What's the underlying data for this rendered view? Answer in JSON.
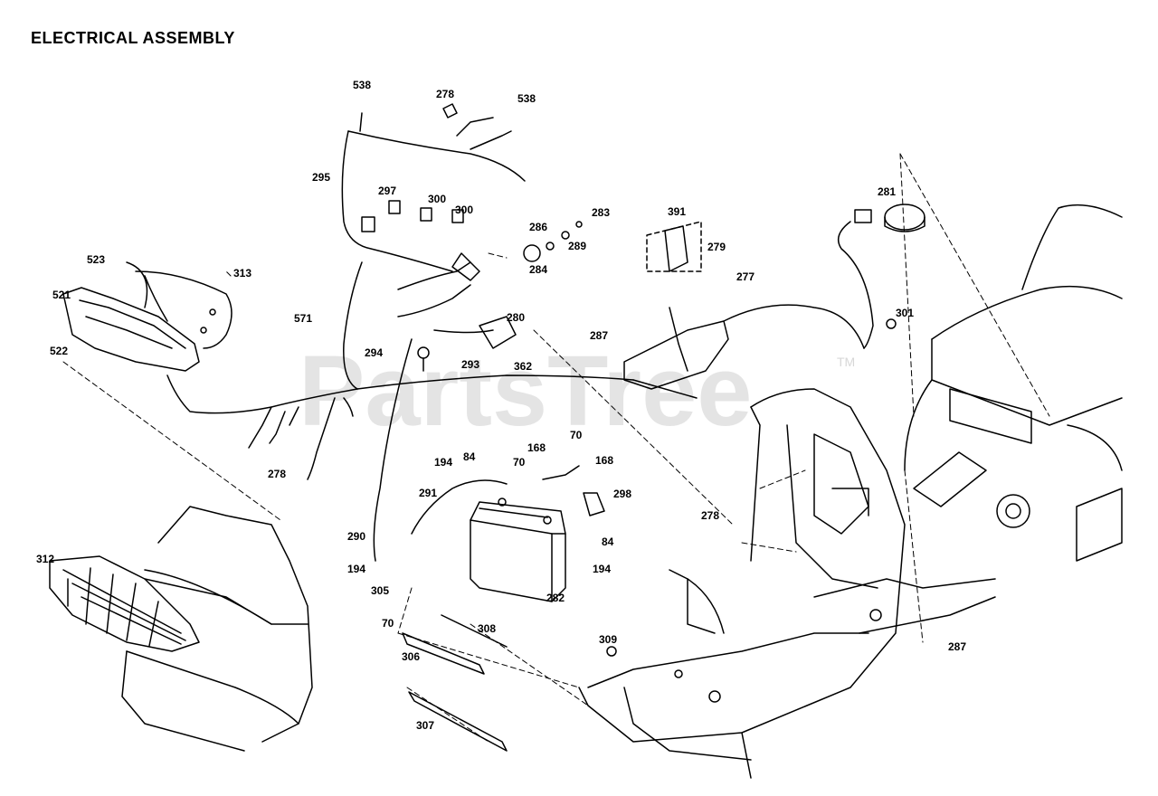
{
  "title": "ELECTRICAL ASSEMBLY",
  "watermark": "PartsTree",
  "watermark_tm": "TM",
  "callouts": [
    {
      "id": "c538a",
      "label": "538"
    },
    {
      "id": "c278a",
      "label": "278"
    },
    {
      "id": "c538b",
      "label": "538"
    },
    {
      "id": "c295",
      "label": "295"
    },
    {
      "id": "c297",
      "label": "297"
    },
    {
      "id": "c300a",
      "label": "300"
    },
    {
      "id": "c300b",
      "label": "300"
    },
    {
      "id": "c286",
      "label": "286"
    },
    {
      "id": "c283",
      "label": "283"
    },
    {
      "id": "c289",
      "label": "289"
    },
    {
      "id": "c284",
      "label": "284"
    },
    {
      "id": "c391",
      "label": "391"
    },
    {
      "id": "c279",
      "label": "279"
    },
    {
      "id": "c277",
      "label": "277"
    },
    {
      "id": "c281",
      "label": "281"
    },
    {
      "id": "c301",
      "label": "301"
    },
    {
      "id": "c523",
      "label": "523"
    },
    {
      "id": "c313",
      "label": "313"
    },
    {
      "id": "c521",
      "label": "521"
    },
    {
      "id": "c522",
      "label": "522"
    },
    {
      "id": "c571",
      "label": "571"
    },
    {
      "id": "c280",
      "label": "280"
    },
    {
      "id": "c287a",
      "label": "287"
    },
    {
      "id": "c294",
      "label": "294"
    },
    {
      "id": "c293",
      "label": "293"
    },
    {
      "id": "c362",
      "label": "362"
    },
    {
      "id": "c194a",
      "label": "194"
    },
    {
      "id": "c84a",
      "label": "84"
    },
    {
      "id": "c70a",
      "label": "70"
    },
    {
      "id": "c168a",
      "label": "168"
    },
    {
      "id": "c70b",
      "label": "70"
    },
    {
      "id": "c168b",
      "label": "168"
    },
    {
      "id": "c291",
      "label": "291"
    },
    {
      "id": "c298",
      "label": "298"
    },
    {
      "id": "c278b",
      "label": "278"
    },
    {
      "id": "c278c",
      "label": "278"
    },
    {
      "id": "c290",
      "label": "290"
    },
    {
      "id": "c84b",
      "label": "84"
    },
    {
      "id": "c194b",
      "label": "194"
    },
    {
      "id": "c194c",
      "label": "194"
    },
    {
      "id": "c312",
      "label": "312"
    },
    {
      "id": "c282",
      "label": "282"
    },
    {
      "id": "c305",
      "label": "305"
    },
    {
      "id": "c70c",
      "label": "70"
    },
    {
      "id": "c308",
      "label": "308"
    },
    {
      "id": "c309",
      "label": "309"
    },
    {
      "id": "c306",
      "label": "306"
    },
    {
      "id": "c307",
      "label": "307"
    },
    {
      "id": "c287b",
      "label": "287"
    }
  ]
}
